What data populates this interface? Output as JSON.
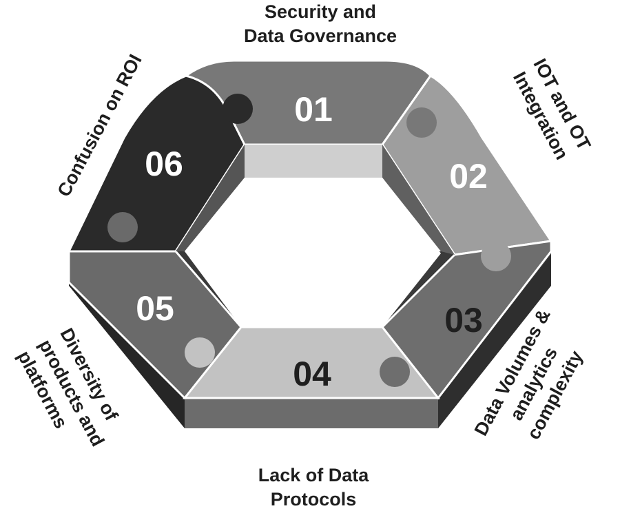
{
  "segments": [
    {
      "number": "01",
      "fill": "#787878",
      "text_color": "#ffffff",
      "label": [
        "Security  and",
        "Data Governance"
      ]
    },
    {
      "number": "02",
      "fill": "#9e9e9e",
      "text_color": "#ffffff",
      "label": [
        "IOT and OT",
        "Integration"
      ]
    },
    {
      "number": "03",
      "fill": "#6e6e6e",
      "text_color": "#1f1f1f",
      "label": [
        "Data Volumes &",
        "analytics",
        "complexity"
      ]
    },
    {
      "number": "04",
      "fill": "#c2c2c2",
      "text_color": "#1f1f1f",
      "label": [
        "Lack of Data",
        "Protocols"
      ]
    },
    {
      "number": "05",
      "fill": "#6a6a6a",
      "text_color": "#ffffff",
      "label": [
        "Diversity of",
        "products and",
        "platforms"
      ]
    },
    {
      "number": "06",
      "fill": "#2a2a2a",
      "text_color": "#ffffff",
      "label": [
        "Confusion on ROI"
      ]
    }
  ],
  "colors": {
    "ring_side": "#3a3a3a",
    "inner_wall_top": "#cfcfcf",
    "inner_wall_left": "#555555",
    "inner_wall_right": "#606060",
    "outline": "#ffffff"
  }
}
